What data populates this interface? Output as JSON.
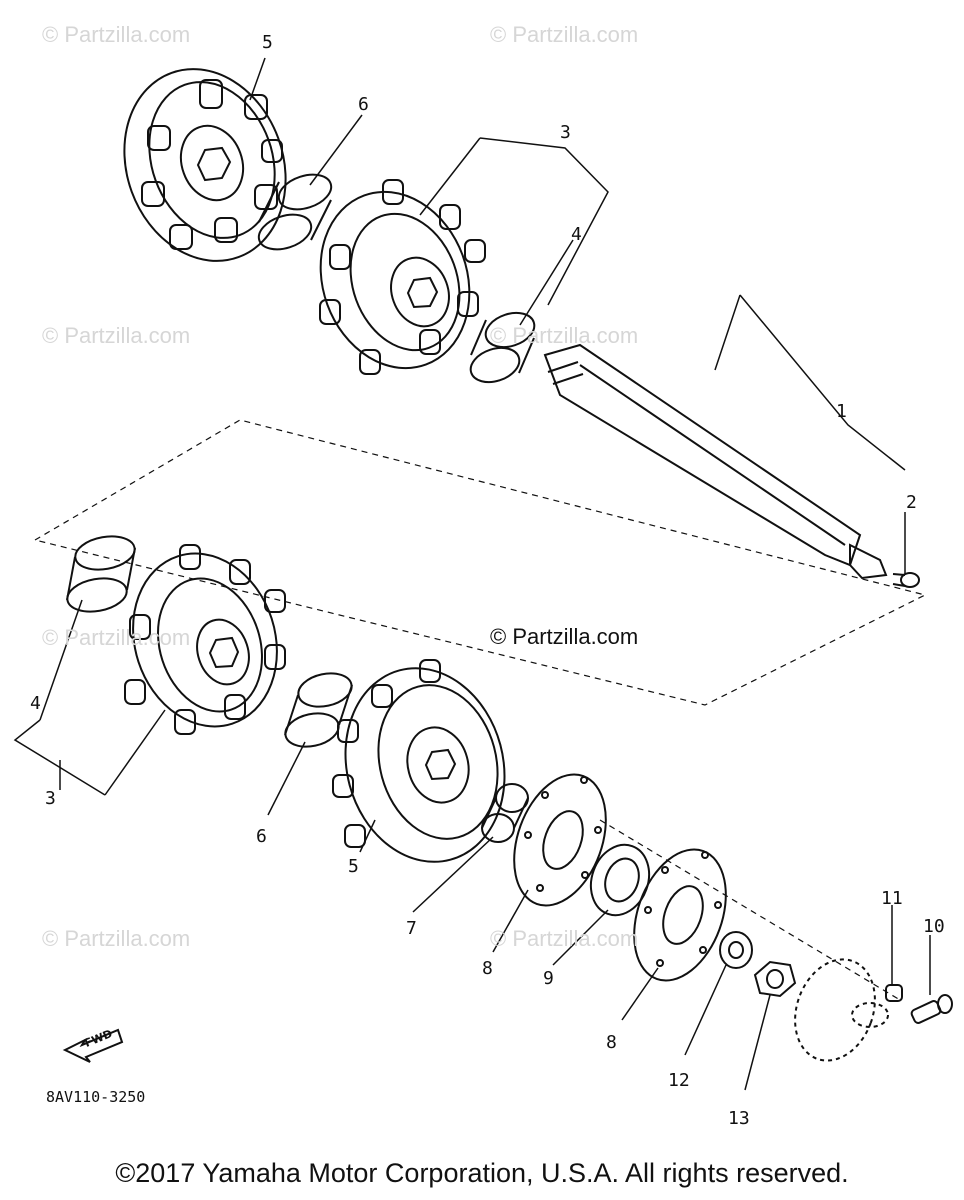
{
  "watermarks": {
    "text": "© Partzilla.com",
    "center_text": "© Partzilla.com"
  },
  "callouts": {
    "c1": "1",
    "c2": "2",
    "c3_upper": "3",
    "c3_lower": "3",
    "c4_upper": "4",
    "c4_lower": "4",
    "c5_upper": "5",
    "c5_lower": "5",
    "c6_upper": "6",
    "c6_lower": "6",
    "c7": "7",
    "c8_a": "8",
    "c8_b": "8",
    "c9": "9",
    "c10": "10",
    "c11": "11",
    "c12": "12",
    "c13": "13"
  },
  "direction_marker": {
    "label": "FWD",
    "icon": "fwd-arrow-icon"
  },
  "diagram_code": "8AV110-3250",
  "copyright": "©2017 Yamaha Motor Corporation, U.S.A. All rights reserved."
}
